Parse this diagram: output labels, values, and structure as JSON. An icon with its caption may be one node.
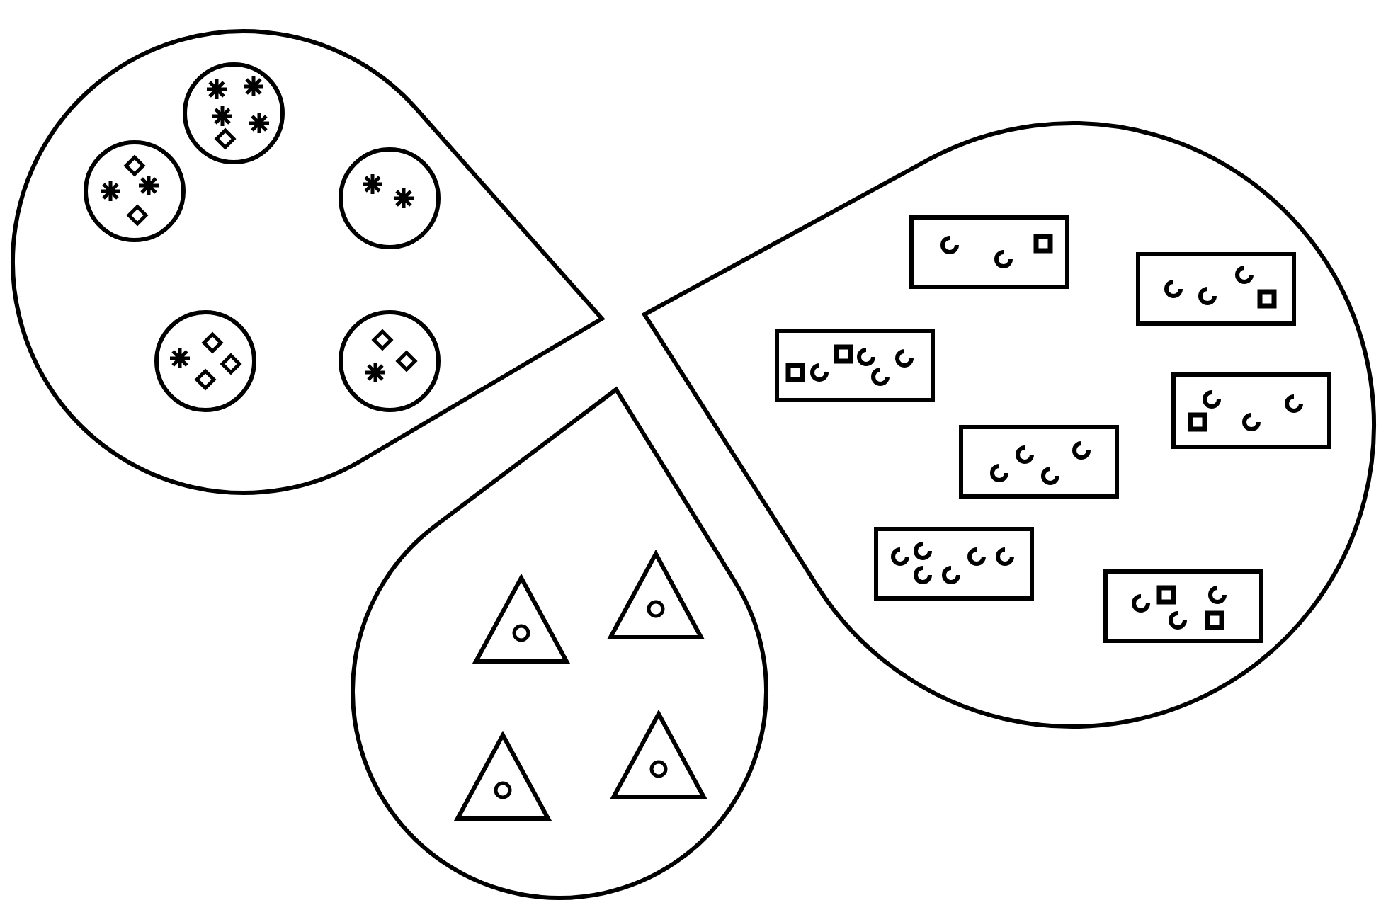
{
  "diagram": {
    "nodes": [
      {
        "text": [],
        "shape": "drop"
      },
      {
        "text": [],
        "shape": "circle",
        "in": 0
      },
      {
        "text": [],
        "shape": "circle",
        "in": 0
      },
      {
        "text": [],
        "shape": "circle",
        "in": 0
      },
      {
        "text": [],
        "shape": "circle",
        "in": 0
      },
      {
        "text": [],
        "shape": "circle",
        "in": 0
      },
      {
        "text": [],
        "shape": "drop"
      },
      {
        "text": [],
        "shape": "box",
        "in": 6
      },
      {
        "text": [],
        "shape": "box",
        "in": 6
      },
      {
        "text": [],
        "shape": "box",
        "in": 6
      },
      {
        "text": [],
        "shape": "box",
        "in": 6
      },
      {
        "text": [],
        "shape": "box",
        "in": 6
      },
      {
        "text": [],
        "shape": "box",
        "in": 6
      },
      {
        "text": [],
        "shape": "box",
        "in": 6
      },
      {
        "text": [],
        "shape": "drop"
      },
      {
        "text": [],
        "shape": "triangle",
        "in": 14
      },
      {
        "text": [],
        "shape": "triangle",
        "in": 14
      },
      {
        "text": [],
        "shape": "triangle",
        "in": 14
      },
      {
        "text": [],
        "shape": "triangle",
        "in": 14
      }
    ]
  }
}
